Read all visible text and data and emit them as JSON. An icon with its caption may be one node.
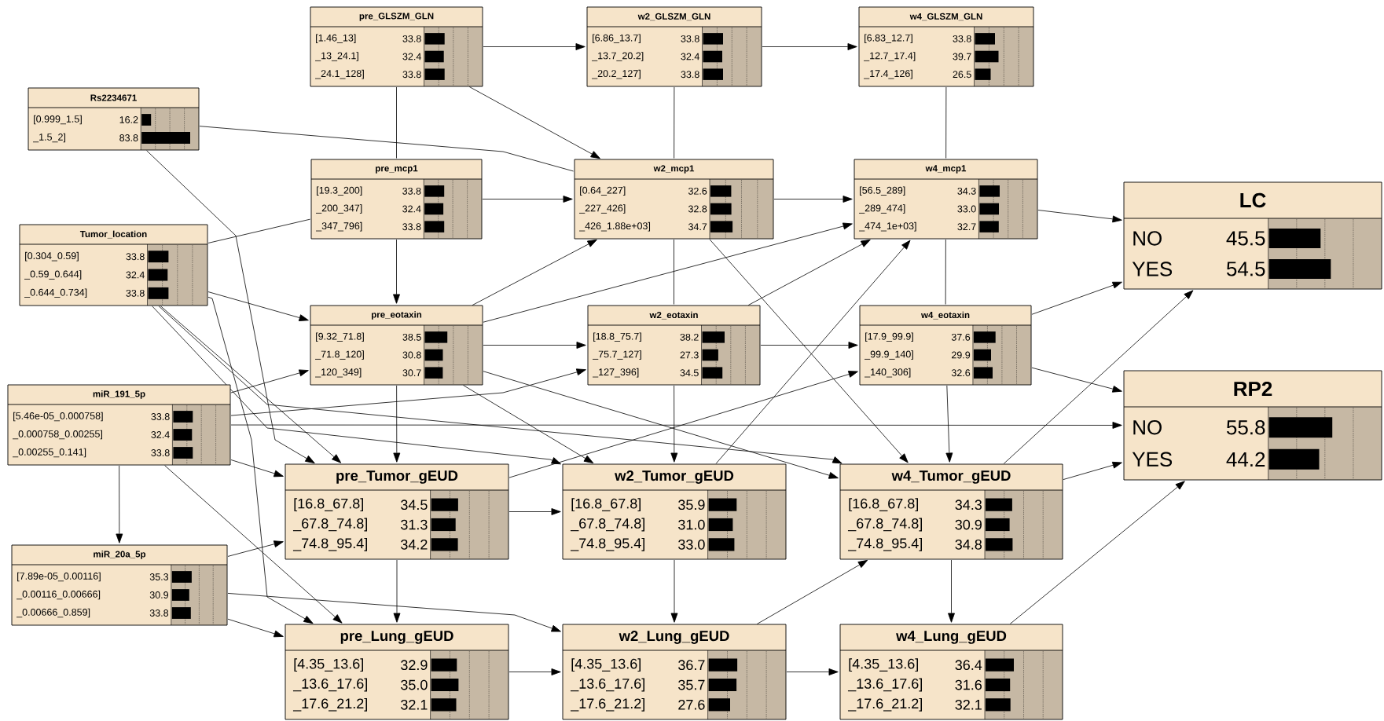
{
  "diagram": {
    "nodes": [
      {
        "text": [
          "pre_GLSZM_GLN",
          "[1.46_13]",
          "33.8",
          "_13_24.1]",
          "32.4",
          "_24.1_128]",
          "33.8"
        ]
      },
      {
        "text": [
          "w2_GLSZM_GLN",
          "[6.86_13.7]",
          "33.8",
          "_13.7_20.2]",
          "32.4",
          "_20.2_127]",
          "33.8"
        ]
      },
      {
        "text": [
          "w4_GLSZM_GLN",
          "[6.83_12.7]",
          "33.8",
          "_12.7_17.4]",
          "39.7",
          "_17.4_126]",
          "26.5"
        ]
      },
      {
        "text": [
          "Rs2234671",
          "[0.999_1.5]",
          "16.2",
          "_1.5_2]",
          "83.8"
        ]
      },
      {
        "text": [
          "pre_mcp1",
          "[19.3_200]",
          "33.8",
          "_200_347]",
          "32.4",
          "_347_796]",
          "33.8"
        ]
      },
      {
        "text": [
          "w2_mcp1",
          "[0.64_227]",
          "32.6",
          "_227_426]",
          "32.8",
          "_426_1.88e+03]",
          "34.7"
        ]
      },
      {
        "text": [
          "w4_mcp1",
          "[56.5_289]",
          "34.3",
          "_289_474]",
          "33.0",
          "_474_1e+03]",
          "32.7"
        ]
      },
      {
        "text": [
          "LC",
          "NO",
          "45.5",
          "YES",
          "54.5"
        ]
      },
      {
        "text": [
          "Tumor_location",
          "[0.304_0.59]",
          "33.8",
          "_0.59_0.644]",
          "32.4",
          "_0.644_0.734]",
          "33.8"
        ]
      },
      {
        "text": [
          "pre_eotaxin",
          "[9.32_71.8]",
          "38.5",
          "_71.8_120]",
          "30.8",
          "_120_349]",
          "30.7"
        ]
      },
      {
        "text": [
          "w2_eotaxin",
          "[18.8_75.7]",
          "38.2",
          "_75.7_127]",
          "27.3",
          "_127_396]",
          "34.5"
        ]
      },
      {
        "text": [
          "w4_eotaxin",
          "[17.9_99.9]",
          "37.6",
          "_99.9_140]",
          "29.9",
          "_140_306]",
          "32.6"
        ]
      },
      {
        "text": [
          "RP2",
          "NO",
          "55.8",
          "YES",
          "44.2"
        ]
      },
      {
        "text": [
          "miR_191_5p",
          "[5.46e-05_0.000758]",
          "33.8",
          "_0.000758_0.00255]",
          "32.4",
          "_0.00255_0.141]",
          "33.8"
        ]
      },
      {
        "text": [
          "pre_Tumor_gEUD",
          "[16.8_67.8]",
          "34.5",
          "_67.8_74.8]",
          "31.3",
          "_74.8_95.4]",
          "34.2"
        ]
      },
      {
        "text": [
          "w2_Tumor_gEUD",
          "[16.8_67.8]",
          "35.9",
          "_67.8_74.8]",
          "31.0",
          "_74.8_95.4]",
          "33.0"
        ]
      },
      {
        "text": [
          "w4_Tumor_gEUD",
          "[16.8_67.8]",
          "34.3",
          "_67.8_74.8]",
          "30.9",
          "_74.8_95.4]",
          "34.8"
        ]
      },
      {
        "text": [
          "miR_20a_5p",
          "[7.89e-05_0.00116]",
          "35.3",
          "_0.00116_0.00666]",
          "30.9",
          "_0.00666_0.859]",
          "33.8"
        ]
      },
      {
        "text": [
          "pre_Lung_gEUD",
          "[4.35_13.6]",
          "32.9",
          "_13.6_17.6]",
          "35.0",
          "_17.6_21.2]",
          "32.1"
        ]
      },
      {
        "text": [
          "w2_Lung_gEUD",
          "[4.35_13.6]",
          "36.7",
          "_13.6_17.6]",
          "35.7",
          "_17.6_21.2]",
          "27.6"
        ]
      },
      {
        "text": [
          "w4_Lung_gEUD",
          "[4.35_13.6]",
          "36.4",
          "_13.6_17.6]",
          "31.6",
          "_17.6_21.2]",
          "32.1"
        ]
      }
    ],
    "edges": [
      {
        "from": 0,
        "to": 1,
        "arrow": "to"
      },
      {
        "from": 1,
        "to": 2,
        "arrow": "to"
      },
      {
        "from": 0,
        "to": 5,
        "arrow": "to"
      },
      {
        "from": 0,
        "to": 4,
        "arrow": "none"
      },
      {
        "from": 1,
        "to": 5,
        "arrow": "none"
      },
      {
        "from": 5,
        "to": 10,
        "arrow": "none"
      },
      {
        "from": 10,
        "to": 15,
        "arrow": "to"
      },
      {
        "from": 2,
        "to": 6,
        "arrow": "none"
      },
      {
        "from": 6,
        "to": 11,
        "arrow": "none"
      },
      {
        "from": 11,
        "to": 16,
        "arrow": "to"
      },
      {
        "from": 3,
        "to": 5,
        "arrow": "none"
      },
      {
        "from": 3,
        "to": 14,
        "arrow": "to"
      },
      {
        "from": 4,
        "to": 5,
        "arrow": "to"
      },
      {
        "from": 8,
        "to": 4,
        "arrow": "none"
      },
      {
        "from": 5,
        "to": 6,
        "arrow": "to"
      },
      {
        "from": 4,
        "to": 9,
        "arrow": "to"
      },
      {
        "from": 6,
        "to": 7,
        "arrow": "to"
      },
      {
        "from": 8,
        "to": 9,
        "arrow": "to"
      },
      {
        "from": 8,
        "to": 14,
        "arrow": "to"
      },
      {
        "from": 8,
        "to": 15,
        "arrow": "to"
      },
      {
        "from": 8,
        "to": 16,
        "arrow": "to"
      },
      {
        "from": 8,
        "to": 18,
        "arrow": "to"
      },
      {
        "from": 9,
        "to": 5,
        "arrow": "to"
      },
      {
        "from": 9,
        "to": 6,
        "arrow": "to"
      },
      {
        "from": 9,
        "to": 10,
        "arrow": "to"
      },
      {
        "from": 13,
        "to": 9,
        "arrow": "to"
      },
      {
        "from": 9,
        "to": 14,
        "arrow": "to"
      },
      {
        "from": 9,
        "to": 15,
        "arrow": "to"
      },
      {
        "from": 9,
        "to": 16,
        "arrow": "to"
      },
      {
        "from": 10,
        "to": 11,
        "arrow": "to"
      },
      {
        "from": 10,
        "to": 6,
        "arrow": "to"
      },
      {
        "from": 11,
        "to": 7,
        "arrow": "to"
      },
      {
        "from": 13,
        "to": 10,
        "arrow": "to"
      },
      {
        "from": 13,
        "to": 12,
        "arrow": "to"
      },
      {
        "from": 13,
        "to": 14,
        "arrow": "to"
      },
      {
        "from": 13,
        "to": 17,
        "arrow": "to"
      },
      {
        "from": 13,
        "to": 18,
        "arrow": "to"
      },
      {
        "from": 14,
        "to": 11,
        "arrow": "to"
      },
      {
        "from": 14,
        "to": 15,
        "arrow": "to"
      },
      {
        "from": 14,
        "to": 18,
        "arrow": "to"
      },
      {
        "from": 15,
        "to": 19,
        "arrow": "to"
      },
      {
        "from": 16,
        "to": 20,
        "arrow": "to"
      },
      {
        "from": 15,
        "to": 6,
        "arrow": "to"
      },
      {
        "from": 16,
        "to": 7,
        "arrow": "to"
      },
      {
        "from": 16,
        "to": 12,
        "arrow": "to"
      },
      {
        "from": 17,
        "to": 14,
        "arrow": "to"
      },
      {
        "from": 17,
        "to": 18,
        "arrow": "to"
      },
      {
        "from": 17,
        "to": 19,
        "arrow": "to"
      },
      {
        "from": 18,
        "to": 19,
        "arrow": "to"
      },
      {
        "from": 19,
        "to": 20,
        "arrow": "to"
      },
      {
        "from": 19,
        "to": 16,
        "arrow": "to"
      },
      {
        "from": 20,
        "to": 12,
        "arrow": "to"
      },
      {
        "from": 5,
        "to": 16,
        "arrow": "to"
      },
      {
        "from": 11,
        "to": 12,
        "arrow": "to"
      }
    ]
  }
}
